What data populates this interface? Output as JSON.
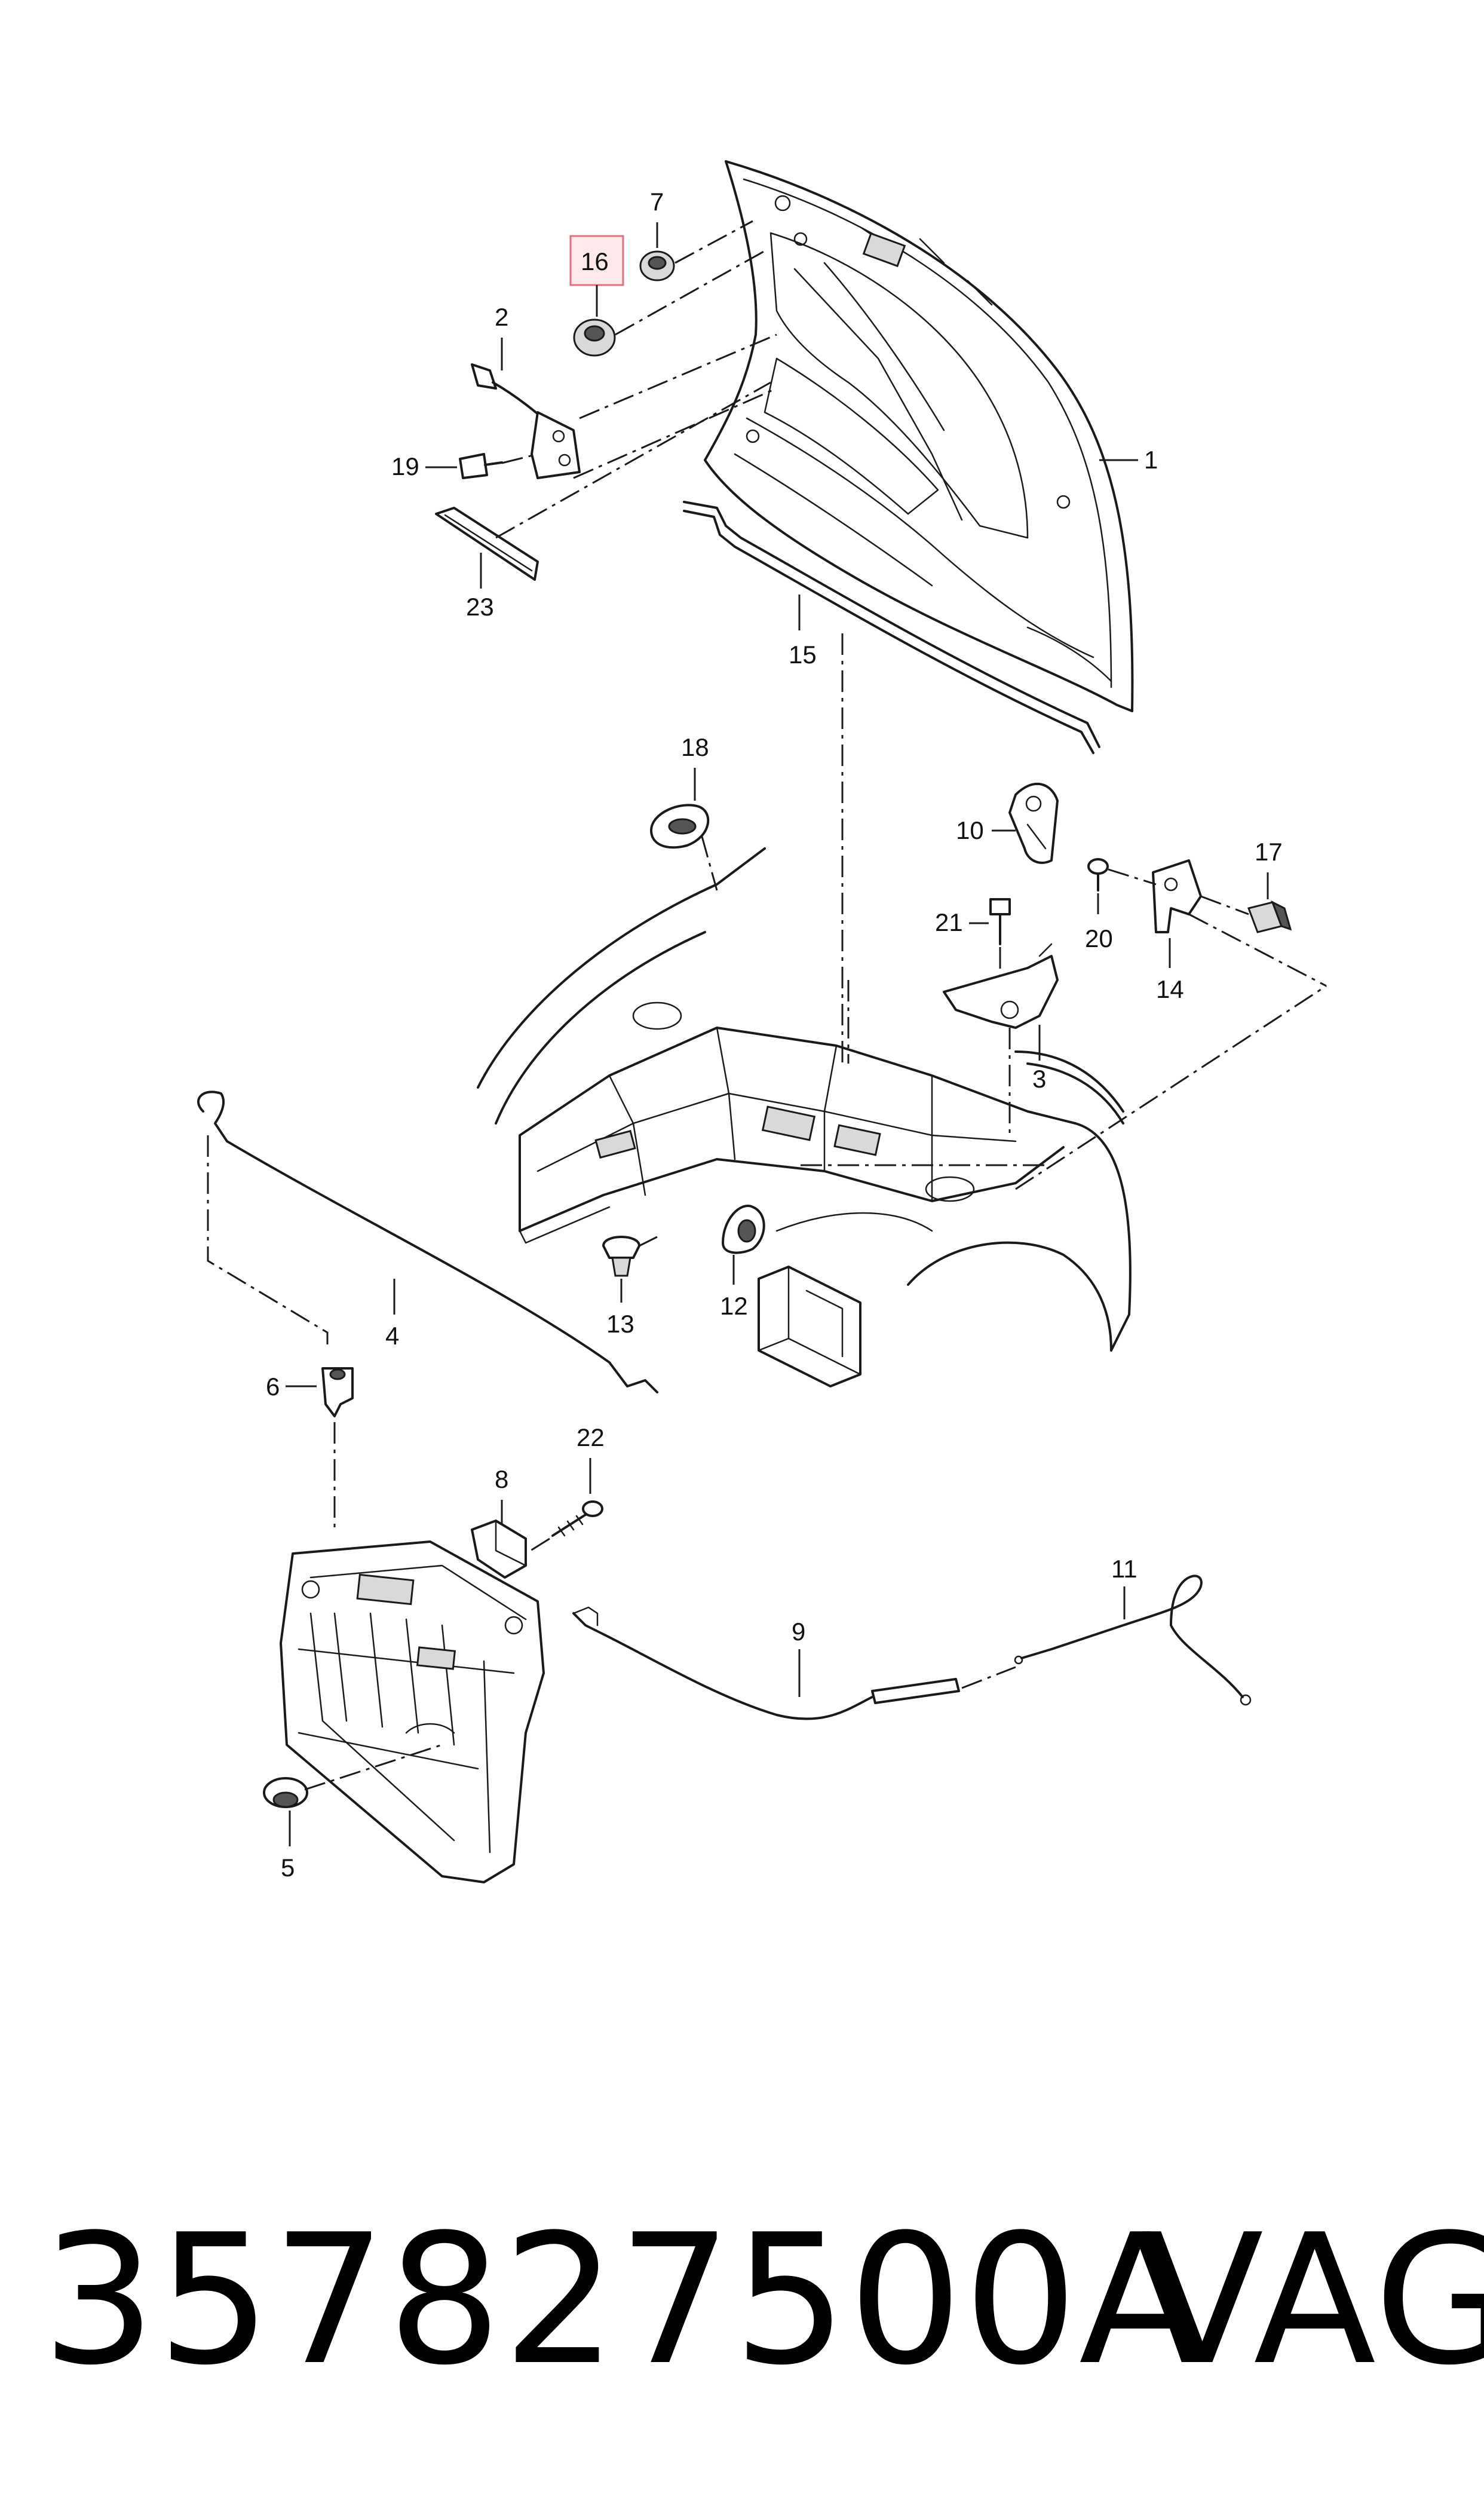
{
  "callouts": {
    "c1": "1",
    "c2": "2",
    "c3": "3",
    "c4": "4",
    "c5": "5",
    "c6": "6",
    "c7": "7",
    "c8": "8",
    "c9": "9",
    "c10": "10",
    "c11": "11",
    "c12": "12",
    "c13": "13",
    "c14": "14",
    "c15": "15",
    "c16": "16",
    "c17": "17",
    "c18": "18",
    "c19": "19",
    "c20": "20",
    "c21": "21",
    "c22": "22",
    "c23": "23"
  },
  "highlighted_callout": "16",
  "colors": {
    "line": "#1a1a1a",
    "highlight_fill": "#fde8ea",
    "highlight_border": "#e0707c",
    "background": "#ffffff"
  },
  "caption": {
    "part_number": "357827500A",
    "brand": "VAG"
  }
}
